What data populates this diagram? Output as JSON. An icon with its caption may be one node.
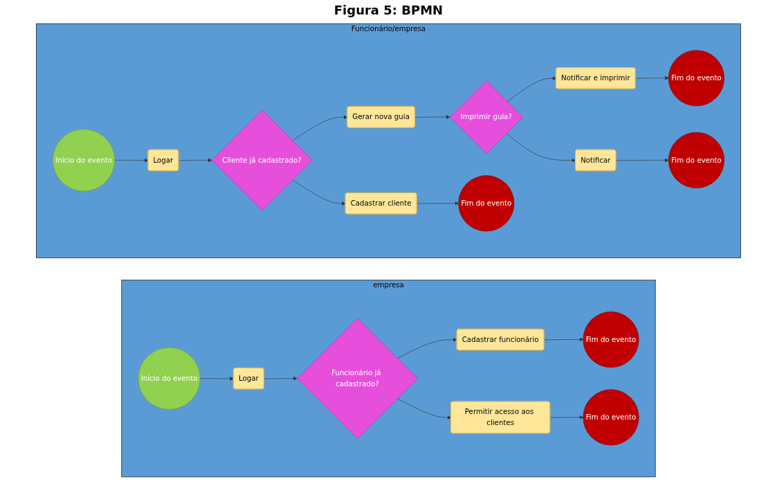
{
  "diagram": {
    "title": "Figura 5: BPMN",
    "nodes": [
      {
        "text": [
          "empresa"
        ]
      },
      {
        "text": [
          "Início do evento"
        ],
        "in": 0
      },
      {
        "text": [
          "Logar"
        ],
        "in": 0
      },
      {
        "text": [
          "Funcionário já cadastrado?"
        ],
        "in": 0
      },
      {
        "text": [
          "Cadastrar funcionário"
        ],
        "in": 0
      },
      {
        "text": [
          "Fim do evento"
        ],
        "in": 0
      },
      {
        "text": [
          "Permitir acesso aos clientes"
        ],
        "in": 0
      },
      {
        "text": [
          "Fim do evento"
        ],
        "in": 0
      },
      {
        "text": [
          "Funcionário/empresa"
        ]
      },
      {
        "text": [
          "Início do evento"
        ],
        "in": 8
      },
      {
        "text": [
          "Logar"
        ],
        "in": 8
      },
      {
        "text": [
          "Cliente já cadastrado?"
        ],
        "in": 8
      },
      {
        "text": [
          "Gerar nova guia"
        ],
        "in": 8
      },
      {
        "text": [
          "Imprimir guia?"
        ],
        "in": 8
      },
      {
        "text": [
          "Notificar e imprimir"
        ],
        "in": 8
      },
      {
        "text": [
          "Fim do evento"
        ],
        "in": 8
      },
      {
        "text": [
          "Notificar"
        ],
        "in": 8
      },
      {
        "text": [
          "Fim do evento"
        ],
        "in": 8
      },
      {
        "text": [
          "Cadastrar cliente"
        ],
        "in": 8
      },
      {
        "text": [
          "Fim do evento"
        ],
        "in": 8
      }
    ],
    "edges": [
      {
        "from": 1,
        "to": 2,
        "arrow": "to"
      },
      {
        "from": 2,
        "to": 3,
        "arrow": "to"
      },
      {
        "from": 3,
        "to": 4,
        "arrow": "to"
      },
      {
        "from": 4,
        "to": 5,
        "arrow": "to"
      },
      {
        "from": 3,
        "to": 6,
        "arrow": "to"
      },
      {
        "from": 6,
        "to": 7,
        "arrow": "to"
      },
      {
        "from": 9,
        "to": 10,
        "arrow": "to"
      },
      {
        "from": 10,
        "to": 11,
        "arrow": "to"
      },
      {
        "from": 11,
        "to": 12,
        "arrow": "to"
      },
      {
        "from": 12,
        "to": 13,
        "arrow": "to"
      },
      {
        "from": 13,
        "to": 14,
        "arrow": "to"
      },
      {
        "from": 14,
        "to": 15,
        "arrow": "to"
      },
      {
        "from": 13,
        "to": 16,
        "arrow": "to"
      },
      {
        "from": 16,
        "to": 17,
        "arrow": "to"
      },
      {
        "from": 11,
        "to": 18,
        "arrow": "to"
      },
      {
        "from": 18,
        "to": 19,
        "arrow": "to"
      }
    ]
  }
}
